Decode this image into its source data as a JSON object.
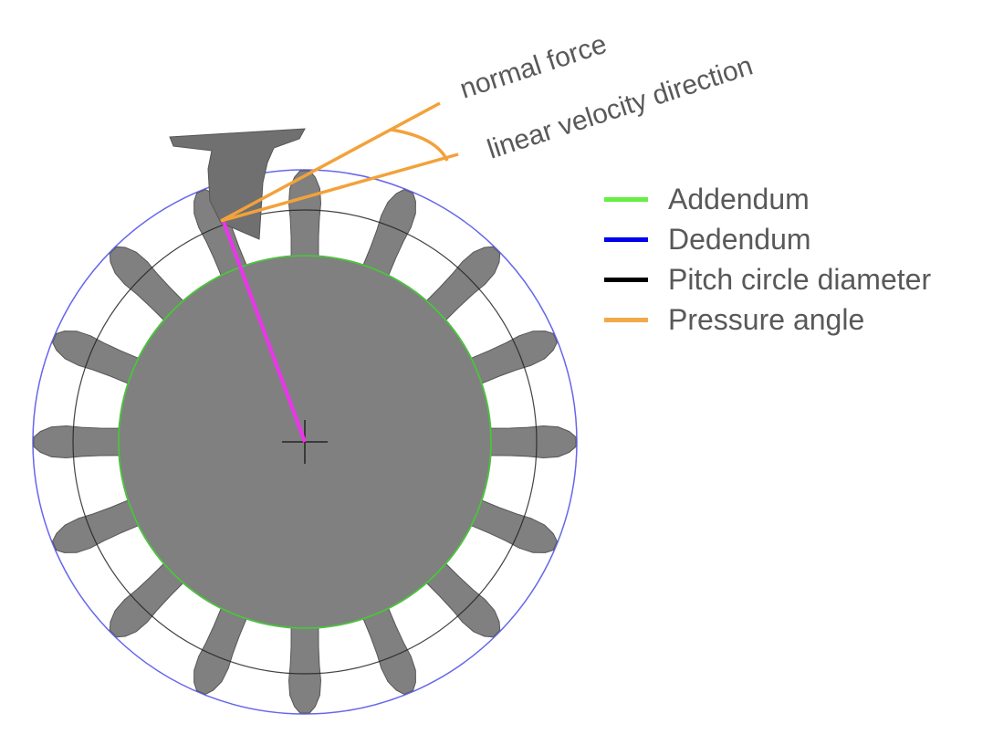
{
  "labels": {
    "normal_force": "normal force",
    "linear_velocity": "linear velocity direction"
  },
  "legend": [
    {
      "label": "Addendum",
      "color": "#66ee44"
    },
    {
      "label": "Dedendum",
      "color": "#0000ee"
    },
    {
      "label": "Pitch circle diameter",
      "color": "#000000"
    },
    {
      "label": "Pressure angle",
      "color": "#f2a94a"
    }
  ],
  "colors": {
    "gear_fill": "#808080",
    "outer_circle": "#6666ee",
    "pitch_circle": "#222222",
    "root_circle": "#44cc33",
    "radius_line": "#ee33ee",
    "force_lines": "#f2a23a",
    "label_text": "#595959"
  },
  "gear": {
    "teeth": 16
  }
}
